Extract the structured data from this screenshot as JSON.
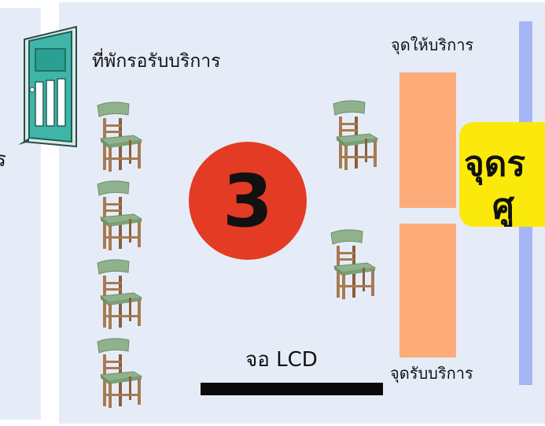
{
  "left_panel": {
    "partial_text": "ร"
  },
  "labels": {
    "waiting_area": "ที่พักรอรับบริการ",
    "service_point": "จุดให้บริการ",
    "receive_point": "จุดรับบริการ",
    "lcd_screen": "จอ LCD"
  },
  "queue_number": "3",
  "sign": {
    "line1": "จุดร",
    "line2": "ศู"
  },
  "colors": {
    "panel_background": "#e6ecf7",
    "number_circle": "#e43b25",
    "counter": "#fdab78",
    "blue_bar": "#a6b6f5",
    "sign": "#fbe90b",
    "lcd_bar": "#0a0a0a",
    "chair_seat": "#8fb28c",
    "chair_frame": "#a87a52",
    "door": "#3fb5a8"
  },
  "icons": {
    "door": "door-icon",
    "chair": "chair-icon"
  }
}
